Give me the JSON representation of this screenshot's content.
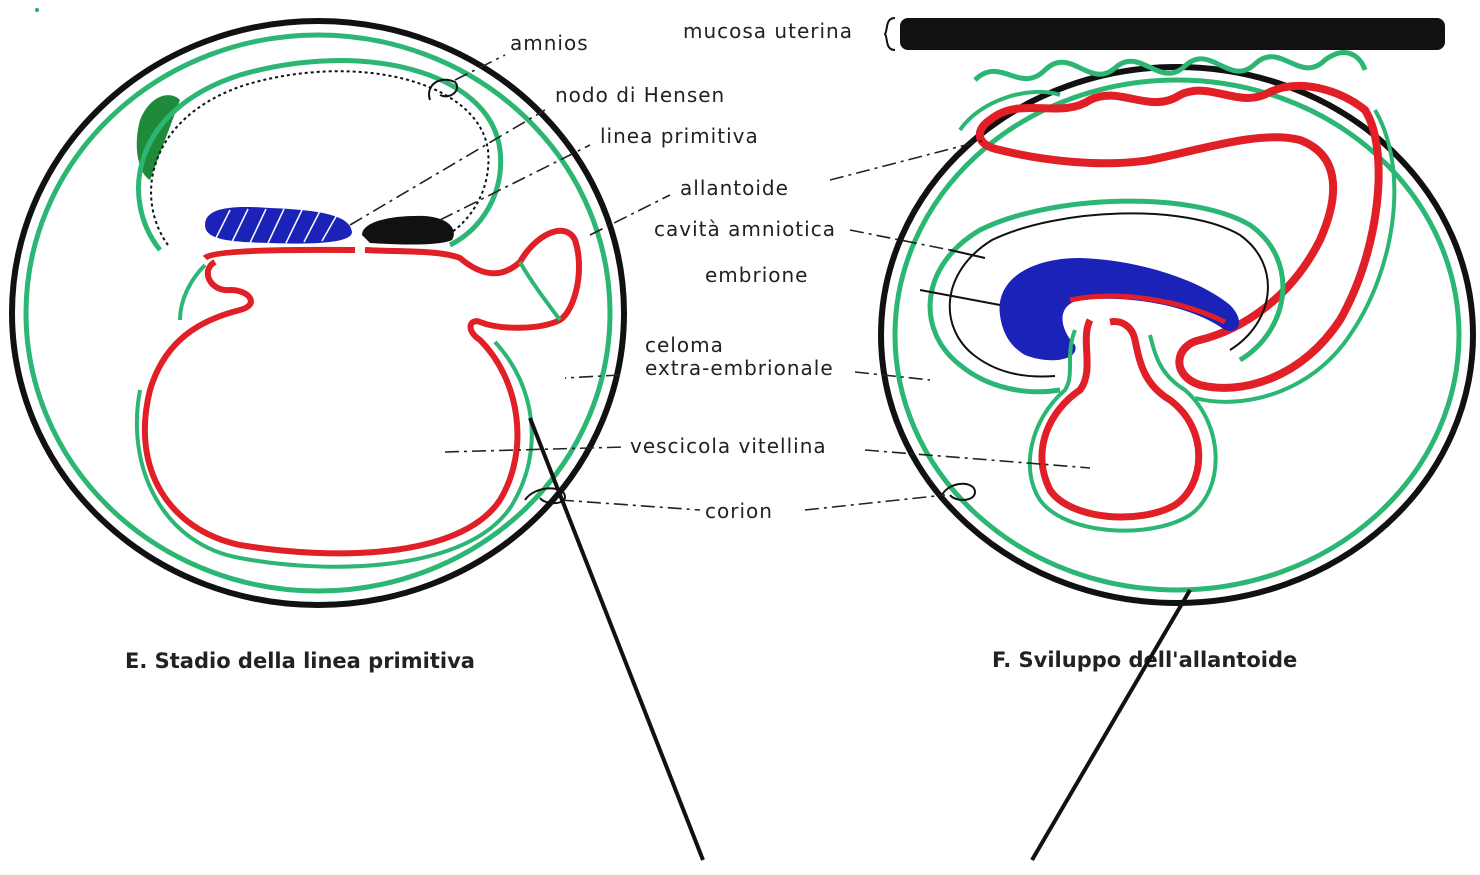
{
  "labels": {
    "amnios": "amnios",
    "mucosa_uterina": "mucosa uterina",
    "nodo_hensen": "nodo di Hensen",
    "linea_primitiva": "linea primitiva",
    "allantoide": "allantoide",
    "cavita_amniotica": "cavità amniotica",
    "embrione": "embrione",
    "celoma_1": "celoma",
    "celoma_2": "extra-embrionale",
    "vescicola_vitellina": "vescicola vitellina",
    "corion": "corion"
  },
  "captions": {
    "left": "E. Stadio della linea primitiva",
    "right": "F. Sviluppo dell'allantoide"
  },
  "colors": {
    "outline": "#111111",
    "chorion_green": "#2bb673",
    "endoderm_red": "#e01f26",
    "embryo_blue": "#1a22b8",
    "dark_green": "#1f8a3a"
  }
}
